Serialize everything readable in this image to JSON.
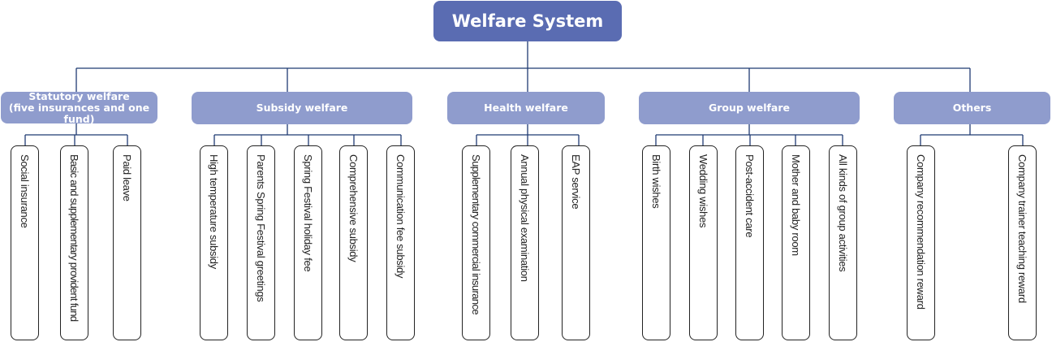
{
  "root": {
    "title": "Welfare System"
  },
  "categories": [
    {
      "title": "Statutory welfare",
      "subtitle": "(five insurances and one fund)",
      "items": [
        "Social insurance",
        "Basic and supplementary provident fund",
        "Paid leave"
      ]
    },
    {
      "title": "Subsidy welfare",
      "subtitle": "",
      "items": [
        "High temperature subsidy",
        "Parents Spring Festival greetings",
        "Spring Festival holiday fee",
        "Comprehensive subsidy",
        "Communication fee subsidy"
      ]
    },
    {
      "title": "Health welfare",
      "subtitle": "",
      "items": [
        "Supplementary commercial insurance",
        "Annual physical examination",
        "EAP service"
      ]
    },
    {
      "title": "Group welfare",
      "subtitle": "",
      "items": [
        "Birth wishes",
        "Wedding wishes",
        "Post-accident care",
        "Mother and baby room",
        "All kinds of group activities"
      ]
    },
    {
      "title": "Others",
      "subtitle": "",
      "items": [
        "Company recommendation reward",
        "Company trainer teaching reward"
      ]
    }
  ],
  "colors": {
    "root": "#5a6cb2",
    "category": "#8f9ccd",
    "connector": "#1f3a72",
    "leaf_border": "#222222"
  }
}
